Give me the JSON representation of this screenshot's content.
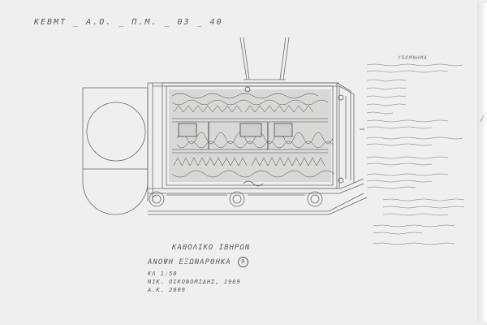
{
  "header": {
    "archive_code": "ΚΕΒΜΤ _ Α.Ο. _ Π.Μ. _ 03 _ 40"
  },
  "legend": {
    "title": "ΥΠΟΜΝΗΜΑ"
  },
  "title_block": {
    "line1": "ΚΑΘΟΛΙΚΟ ΙΒΗΡΩΝ",
    "line2": "ΑΝΟΨΗ ΕΞΩΝΑΡΘΗΚΑ",
    "sheet_number": "9",
    "line3": "ΚΛ 1:50",
    "line4": "ΝΙΚ. ΟΙΚΟΝΟΜΙΔΗΣ, 1969",
    "line5": "Α.Κ. 2009"
  },
  "colors": {
    "paper": "#efefed",
    "pencil": "#5a5a5a"
  }
}
